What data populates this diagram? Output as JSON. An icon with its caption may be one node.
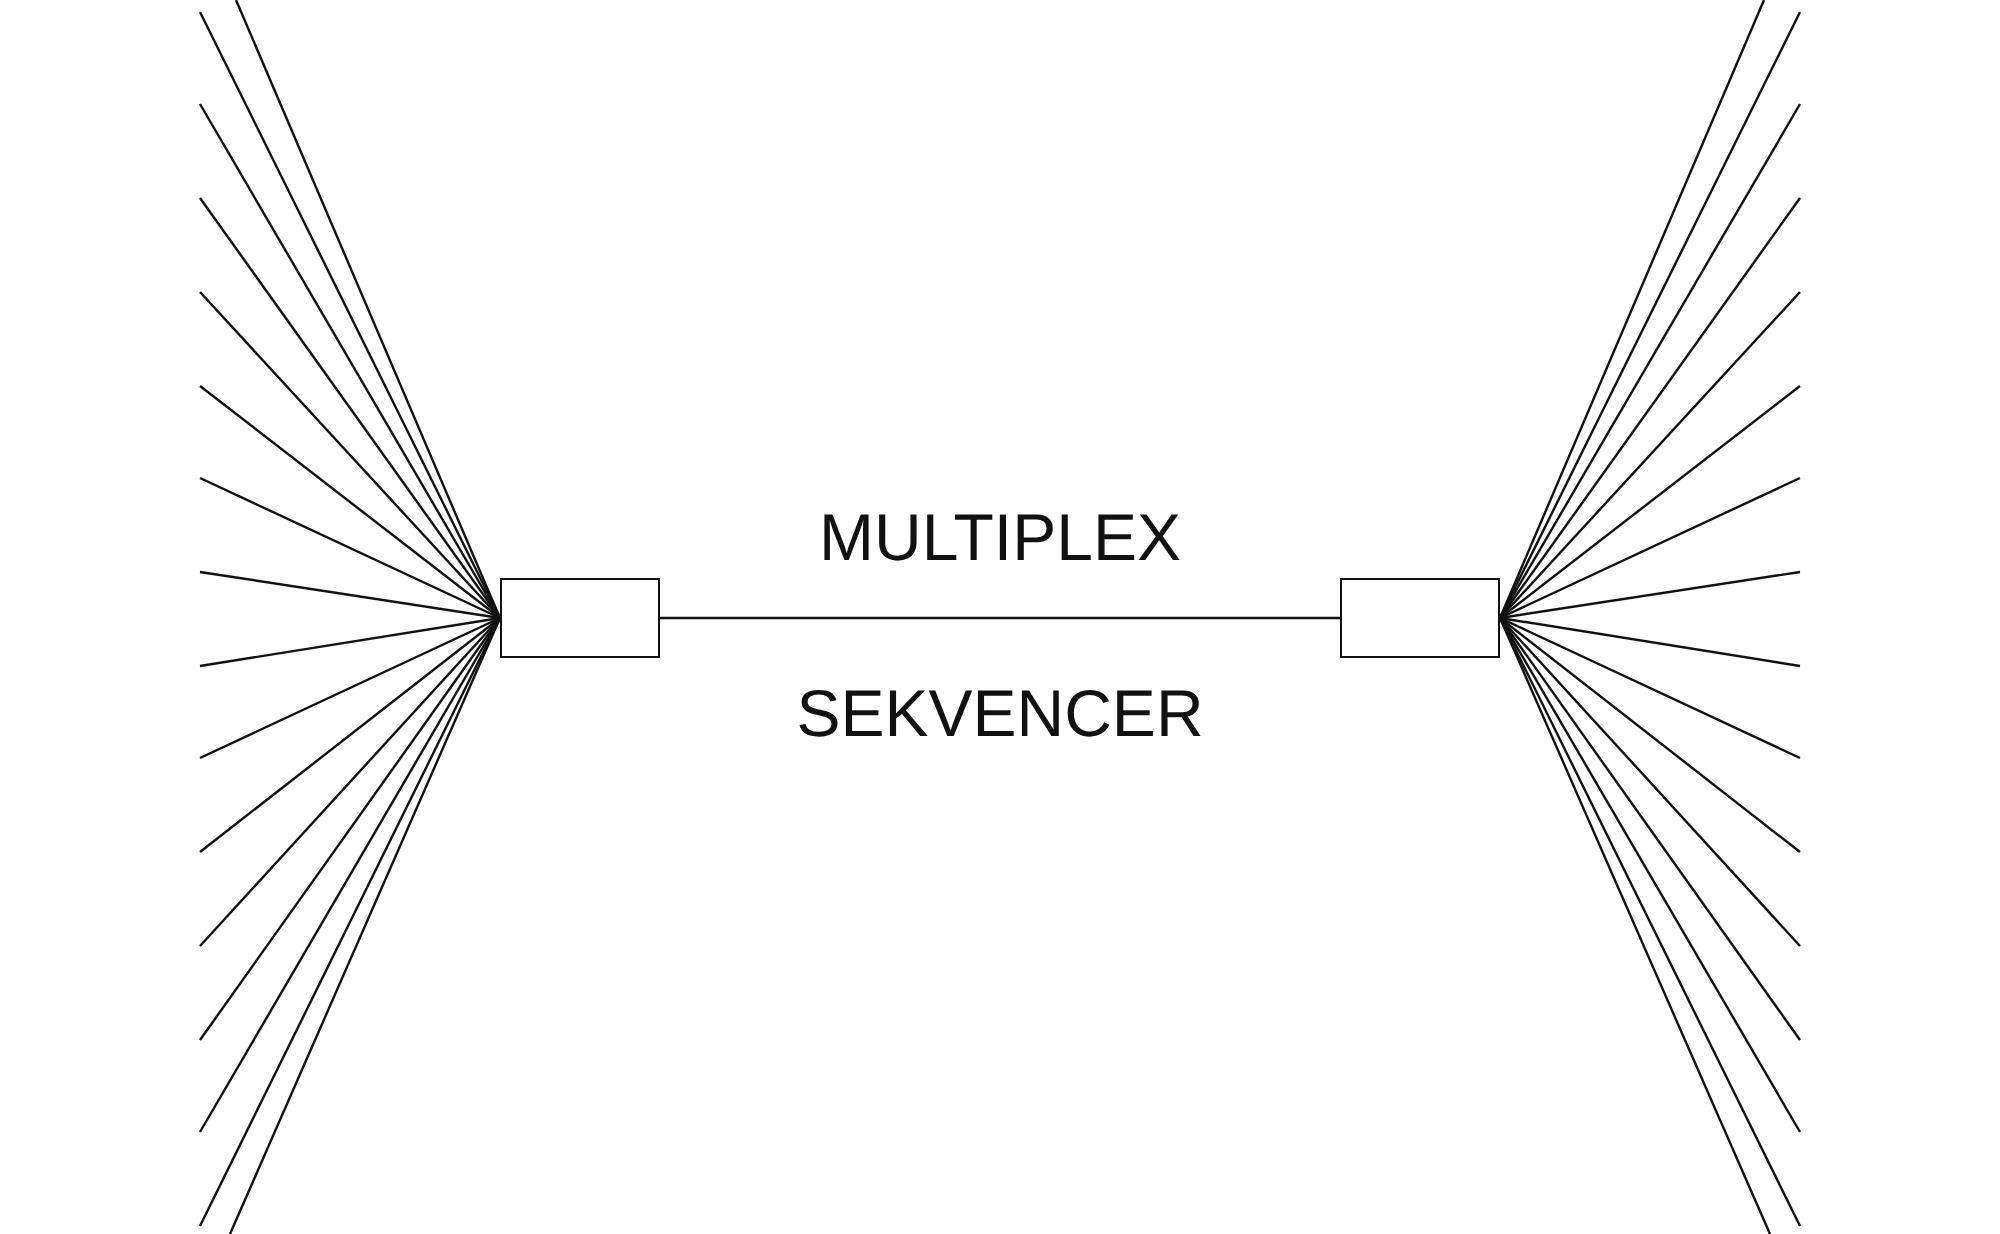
{
  "diagram": {
    "nodes": [
      {
        "text": [],
        "shape": "box"
      },
      {
        "text": [],
        "shape": "box"
      }
    ],
    "edges": [
      {
        "from": 0,
        "to": 1,
        "arrow": "none"
      },
      {
        "from": null,
        "to": 0,
        "arrow": "none"
      },
      {
        "from": null,
        "to": 0,
        "arrow": "none"
      },
      {
        "from": null,
        "to": 0,
        "arrow": "none"
      },
      {
        "from": null,
        "to": 0,
        "arrow": "none"
      },
      {
        "from": null,
        "to": 0,
        "arrow": "none"
      },
      {
        "from": null,
        "to": 0,
        "arrow": "none"
      },
      {
        "from": null,
        "to": 0,
        "arrow": "none"
      },
      {
        "from": null,
        "to": 0,
        "arrow": "none"
      },
      {
        "from": null,
        "to": 0,
        "arrow": "none"
      },
      {
        "from": null,
        "to": 0,
        "arrow": "none"
      },
      {
        "from": null,
        "to": 0,
        "arrow": "none"
      },
      {
        "from": null,
        "to": 0,
        "arrow": "none"
      },
      {
        "from": null,
        "to": 0,
        "arrow": "none"
      },
      {
        "from": null,
        "to": 0,
        "arrow": "none"
      },
      {
        "from": null,
        "to": 0,
        "arrow": "none"
      },
      {
        "from": null,
        "to": 0,
        "arrow": "none"
      },
      {
        "from": null,
        "to": 1,
        "arrow": "none"
      },
      {
        "from": null,
        "to": 1,
        "arrow": "none"
      },
      {
        "from": null,
        "to": 1,
        "arrow": "none"
      },
      {
        "from": null,
        "to": 1,
        "arrow": "none"
      },
      {
        "from": null,
        "to": 1,
        "arrow": "none"
      },
      {
        "from": null,
        "to": 1,
        "arrow": "none"
      },
      {
        "from": null,
        "to": 1,
        "arrow": "none"
      },
      {
        "from": null,
        "to": 1,
        "arrow": "none"
      },
      {
        "from": null,
        "to": 1,
        "arrow": "none"
      },
      {
        "from": null,
        "to": 1,
        "arrow": "none"
      },
      {
        "from": null,
        "to": 1,
        "arrow": "none"
      },
      {
        "from": null,
        "to": 1,
        "arrow": "none"
      },
      {
        "from": null,
        "to": 1,
        "arrow": "none"
      },
      {
        "from": null,
        "to": 1,
        "arrow": "none"
      },
      {
        "from": null,
        "to": 1,
        "arrow": "none"
      },
      {
        "from": null,
        "to": 1,
        "arrow": "none"
      }
    ],
    "labels": [
      "MULTIPLEX",
      "SEKVENCER"
    ]
  }
}
